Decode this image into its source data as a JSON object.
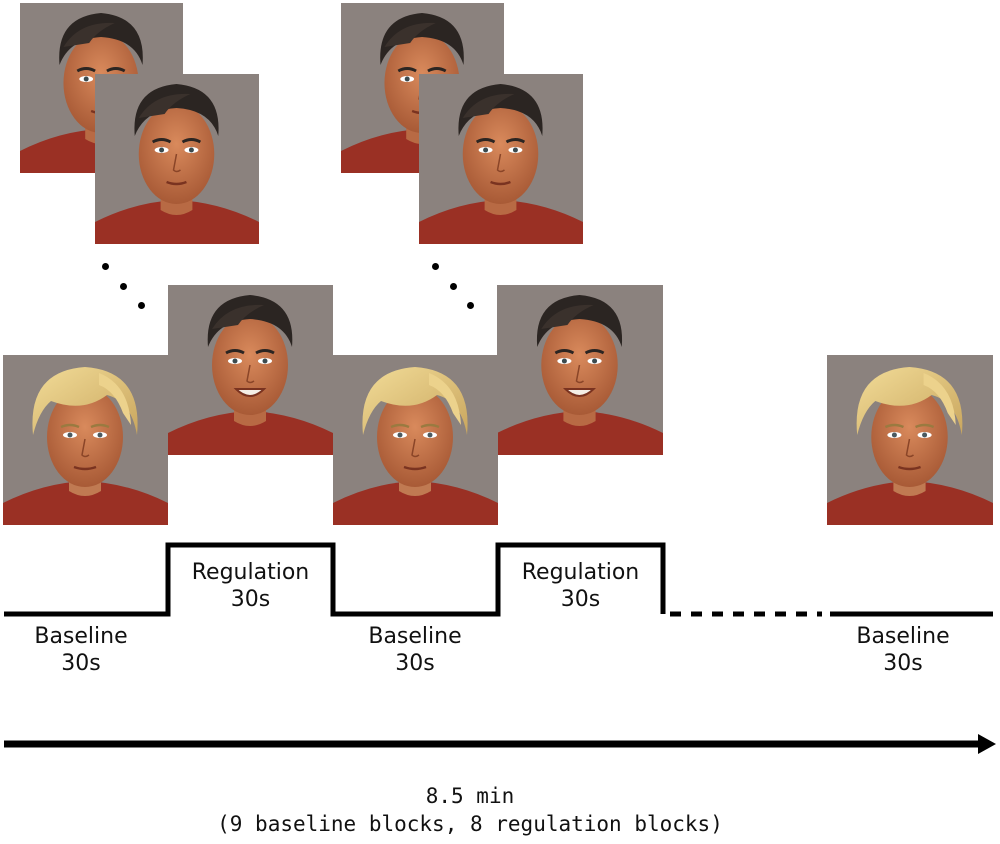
{
  "blocks": [
    {
      "name": "Baseline",
      "duration": "30s"
    },
    {
      "name": "Regulation",
      "duration": "30s"
    },
    {
      "name": "Baseline",
      "duration": "30s"
    },
    {
      "name": "Regulation",
      "duration": "30s"
    },
    {
      "name": "Baseline",
      "duration": "30s"
    }
  ],
  "timeline": {
    "total": "8.5 min",
    "detail": "(9 baseline blocks, 8 regulation blocks)"
  },
  "colors": {
    "background_gray": "#8b827e",
    "shirt_red": "#9a3024",
    "skin": "#c8764c",
    "dark_hair": "#2b2522",
    "blond_hair": "#e2c67c"
  }
}
